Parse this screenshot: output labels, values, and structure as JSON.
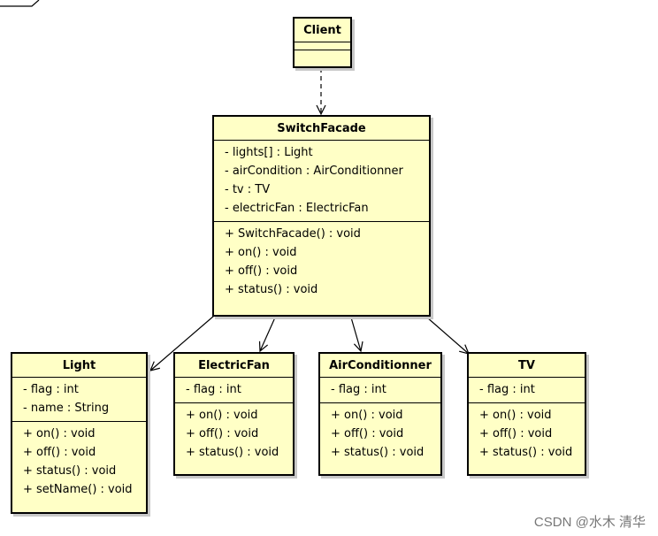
{
  "classes": {
    "client": {
      "name": "Client"
    },
    "switch_facade": {
      "name": "SwitchFacade",
      "attributes": [
        "- lights[] : Light",
        "- airCondition : AirConditionner",
        "- tv : TV",
        "- electricFan : ElectricFan"
      ],
      "operations": [
        "+ SwitchFacade() : void",
        "+ on() : void",
        "+ off() : void",
        "+ status() : void"
      ]
    },
    "light": {
      "name": "Light",
      "attributes": [
        "- flag : int",
        "- name : String"
      ],
      "operations": [
        "+ on() : void",
        "+ off() : void",
        "+ status() : void",
        "+ setName() : void"
      ]
    },
    "electric_fan": {
      "name": "ElectricFan",
      "attributes": [
        "- flag : int"
      ],
      "operations": [
        "+ on() : void",
        "+ off() : void",
        "+ status() : void"
      ]
    },
    "air_conditionner": {
      "name": "AirConditionner",
      "attributes": [
        "- flag : int"
      ],
      "operations": [
        "+ on() : void",
        "+ off() : void",
        "+ status() : void"
      ]
    },
    "tv": {
      "name": "TV",
      "attributes": [
        "- flag : int"
      ],
      "operations": [
        "+ on() : void",
        "+ off() : void",
        "+ status() : void"
      ]
    }
  },
  "watermark": "CSDN @水木 清华",
  "colors": {
    "class_fill": "#ffffc6",
    "border": "#000000"
  }
}
